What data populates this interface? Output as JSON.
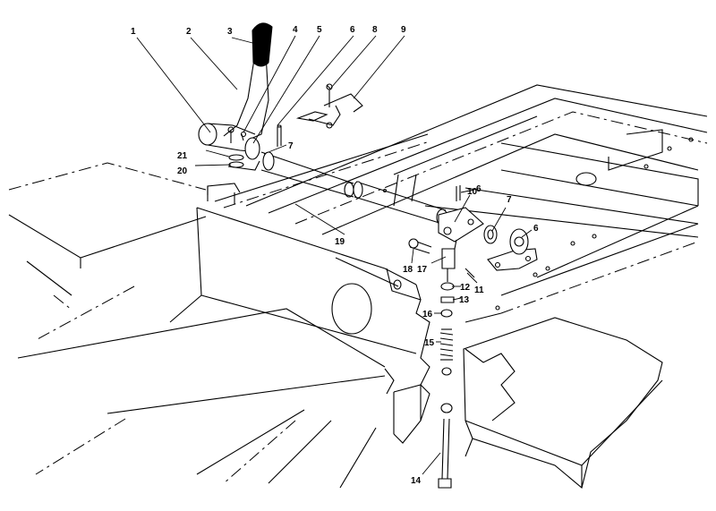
{
  "callouts": [
    {
      "id": "c1",
      "text": "1"
    },
    {
      "id": "c2",
      "text": "2"
    },
    {
      "id": "c3",
      "text": "3"
    },
    {
      "id": "c4",
      "text": "4"
    },
    {
      "id": "c5",
      "text": "5"
    },
    {
      "id": "c6",
      "text": "6"
    },
    {
      "id": "c8",
      "text": "8"
    },
    {
      "id": "c9",
      "text": "9"
    },
    {
      "id": "c7a",
      "text": "7"
    },
    {
      "id": "c21",
      "text": "21"
    },
    {
      "id": "c20",
      "text": "20"
    },
    {
      "id": "c19",
      "text": "19"
    },
    {
      "id": "c6b",
      "text": "6"
    },
    {
      "id": "c10",
      "text": "10"
    },
    {
      "id": "c7b",
      "text": "7"
    },
    {
      "id": "c6c",
      "text": "6"
    },
    {
      "id": "c18",
      "text": "18"
    },
    {
      "id": "c17",
      "text": "17"
    },
    {
      "id": "c12",
      "text": "12"
    },
    {
      "id": "c11",
      "text": "11"
    },
    {
      "id": "c13",
      "text": "13"
    },
    {
      "id": "c16",
      "text": "16"
    },
    {
      "id": "c15",
      "text": "15"
    },
    {
      "id": "c14",
      "text": "14"
    }
  ]
}
